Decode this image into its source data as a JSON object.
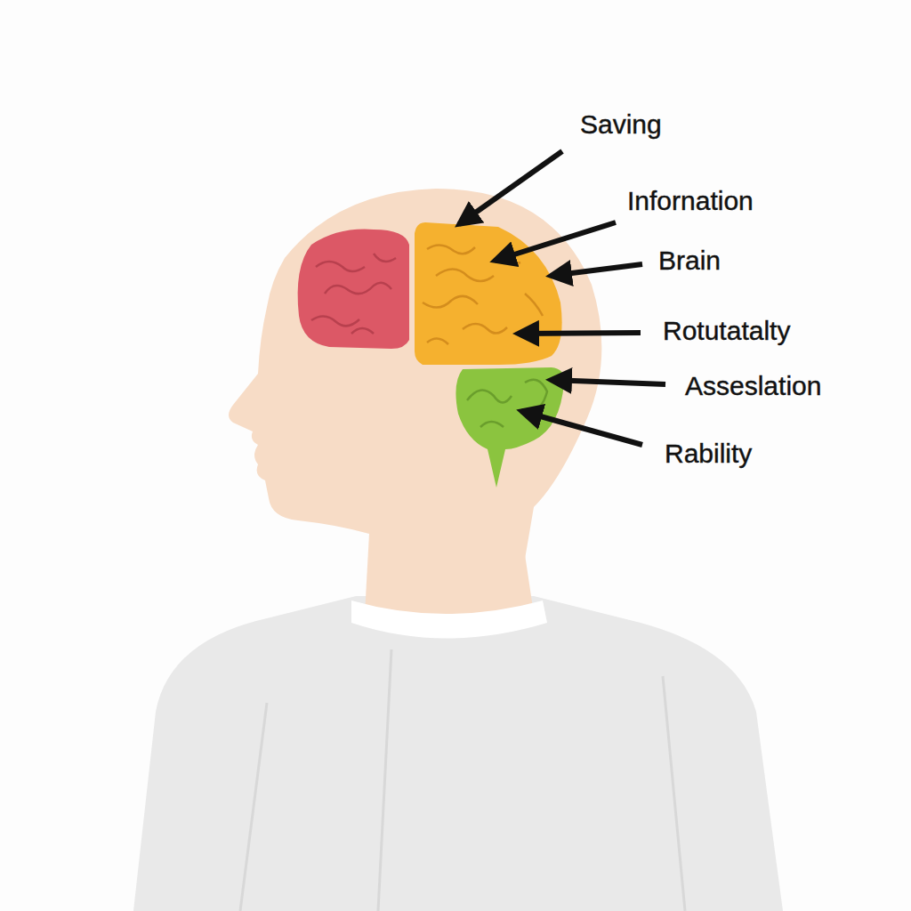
{
  "diagram": {
    "labels": [
      "Saving",
      "Infornation",
      "Brain",
      "Rotutatalty",
      "Asseslation",
      "Rability"
    ]
  }
}
